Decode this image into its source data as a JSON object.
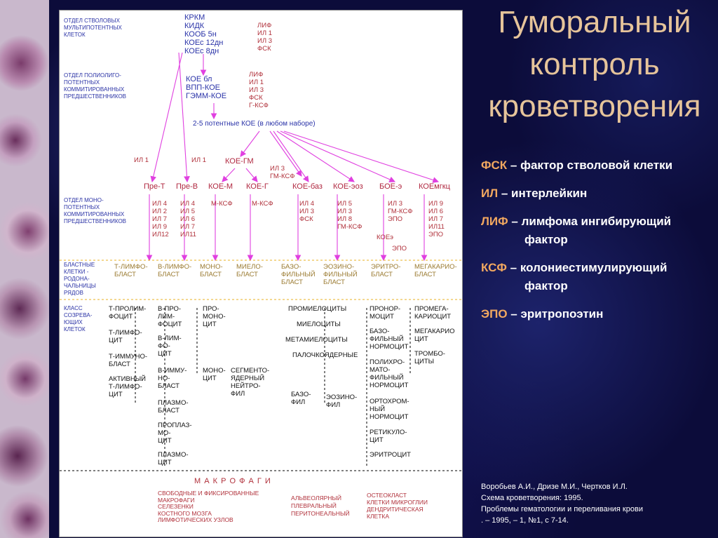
{
  "title": "Гуморальный контроль кроветворения",
  "legend": [
    {
      "abbr": "ФСК",
      "text": " – фактор стволовой клетки",
      "cont": ""
    },
    {
      "abbr": "ИЛ",
      "text": " – интерлейкин",
      "cont": ""
    },
    {
      "abbr": "ЛИФ",
      "text": " – лимфома ингибирующий",
      "cont": "фактор"
    },
    {
      "abbr": "КСФ",
      "text": " – колониестимулирующий",
      "cont": "фактор"
    },
    {
      "abbr": "ЭПО",
      "text": " – эритропоэтин",
      "cont": ""
    }
  ],
  "reference": [
    "Воробьев А.И., Дризе М.И., Чертков И.Л.",
    "Схема кроветворения: 1995.",
    "Проблемы гематологии и переливания крови",
    ". – 1995, – 1, №1, с 7-14."
  ],
  "scheme": {
    "sections": {
      "stem": "ОТДЕЛ СТВОЛОВЫХ\nМУЛЬТИПОТЕНТНЫХ\nКЛЕТОК",
      "poly": "ОТДЕЛ ПОЛИОЛИГО-\nПОТЕНТНЫХ\nКОММИТИРОВАННЫХ\nПРЕДШЕСТВЕННИКОВ",
      "mono": "ОТДЕЛ МОНО-\nПОТЕНТНЫХ\nКОММИТИРОВАННЫХ\nПРЕДШЕСТВЕННИКОВ",
      "blast": "БЛАСТНЫЕ\nКЛЕТКИ -\nРОДОНА-\nЧАЛЬНИЦЫ\nРЯДОВ",
      "mature": "КЛАСС\nСОЗРЕВА-\nЮЩИХ\nКЛЕТОК"
    },
    "stem_cells": "КРКМ\nКИДК\nКООБ 5н\nКОЕс 12дн\nКОЕс 8дн",
    "stem_factors": "ЛИФ\nИЛ 1\nИЛ 3\nФСК",
    "poly_cells": "КОЕ бл\nВПП-КОЕ\nГЭММ-КОЕ",
    "poly_factors": "ЛИФ\nИЛ 1\nИЛ 3\nФСК\nГ-КСФ",
    "koe_2_5": "2-5 потентные КОЕ (в любом наборе)",
    "il1_a": "ИЛ 1",
    "il1_b": "ИЛ 1",
    "koe_gm": "КОЕ-ГМ",
    "il3_gmksf": "ИЛ 3\nГМ-КСФ",
    "mono_row": {
      "pre_t": "Пре-Т",
      "pre_b": "Пре-В",
      "koe_m": "КОЕ-М",
      "koe_g": "КОЕ-Г",
      "koe_baz": "КОЕ-баз",
      "koe_eoz": "КОЕ-эоз",
      "boe_e": "БОЕ-э",
      "koe_mgkc": "КОЕмгкц"
    },
    "factors": {
      "t": "ИЛ 4\nИЛ 2\nИЛ 7\nИЛ 9\nИЛ12",
      "b": "ИЛ 4\nИЛ 5\nИЛ 6\nИЛ 7\nИЛ11",
      "m": "М-КСФ",
      "g": "М-КСФ",
      "baz": "ИЛ 4\nИЛ 3\nФСК",
      "eoz": "ИЛ 5\nИЛ 3\nИЛ 8\nГМ-КСФ",
      "e": "ИЛ 3\nГМ-КСФ\nЭПО",
      "koe_e": "КОЕэ",
      "epo": "ЭПО",
      "mgk": "ИЛ 9\nИЛ 6\nИЛ 7\nИЛ11\nЭПО"
    },
    "blasts": {
      "t": "Т-ЛИМФО-\nБЛАСТ",
      "b": "В-ЛИМФО-\nБЛАСТ",
      "m": "МОНО-\nБЛАСТ",
      "g": "МИЕЛО-\nБЛАСТ",
      "baz": "БАЗО-\nФИЛЬНЫЙ\nБЛАСТ",
      "eoz": "ЭОЗИНО-\nФИЛЬНЫЙ\nБЛАСТ",
      "e": "ЭРИТРО-\nБЛАСТ",
      "mgk": "МЕГАКАРИО-\nБЛАСТ"
    },
    "mature": {
      "t1": "Т-ПРОЛИМ-\nФОЦИТ",
      "t2": "Т-ЛИМФО-\nЦИТ",
      "t3": "Т-ИММУНО-\nБЛАСТ",
      "t4": "АКТИВНЫЙ\nТ-ЛИМФО-\nЦИТ",
      "b1": "В-ПРО-\nЛИМ-\nФОЦИТ",
      "b2": "В-ЛИМ-\nФО-\nЦИТ",
      "b3": "В-ИММУ-\nНО-\nБЛАСТ",
      "b4": "ПЛАЗМО-\nБЛАСТ",
      "b5": "ПРОПЛАЗ-\nМО-\nЦИТ",
      "b6": "ПЛАЗМО-\nЦИТ",
      "m1": "ПРО-\nМОНО-\nЦИТ",
      "m2": "МОНО-\nЦИТ",
      "g1": "СЕГМЕНТО-\nЯДЕРНЫЙ\nНЕЙТРО-\nФИЛ",
      "gr1": "ПРОМИЕЛОЦИТЫ",
      "gr2": "МИЕЛОЦИТЫ",
      "gr3": "МЕТАМИЕЛОЦИТЫ",
      "gr4": "ПАЛОЧКОЯДЕРНЫЕ",
      "baz": "БАЗО-\nФИЛ",
      "eoz": "ЭОЗИНО-\nФИЛ",
      "e1": "ПРОНОР-\nМОЦИТ",
      "e2": "БАЗО-\nФИЛЬНЫЙ\nНОРМОЦИТ",
      "e3": "ПОЛИХРО-\nМАТО-\nФИЛЬНЫЙ\nНОРМОЦИТ",
      "e4": "ОРТОХРОМ-\nНЫЙ\nНОРМОЦИТ",
      "e5": "РЕТИКУЛО-\nЦИТ",
      "e6": "ЭРИТРОЦИТ",
      "k1": "ПРОМЕГА-\nКАРИОЦИТ",
      "k2": "МЕГАКАРИО\nЦИТ",
      "k3": "ТРОМБО-\nЦИТЫ"
    },
    "macrophages": "М А К Р О Ф А Г И",
    "macro_1": "СВОБОДНЫЕ И ФИКСИРОВАННЫЕ\nМАКРОФАГИ\nСЕЛЕЗЕНКИ\nКОСТНОГО МОЗГА\nЛИМФОТИЧЕСКИХ УЗЛОВ",
    "macro_2": "АЛЬВЕОЛЯРНЫЙ\nПЛЕВРАЛЬНЫЙ\nПЕРИТОНЕАЛЬНЫЙ",
    "macro_3": "ОСТЕОКЛАСТ\nКЛЕТКИ МИКРОГЛИИ\nДЕНДРИТИЧЕСКАЯ\nКЛЕТКА"
  },
  "colors": {
    "title": "#e6c49a",
    "abbr": "#f2a860",
    "arrow": "#e040e0",
    "section": "#2a33a8",
    "cell_red": "#b0303a"
  }
}
